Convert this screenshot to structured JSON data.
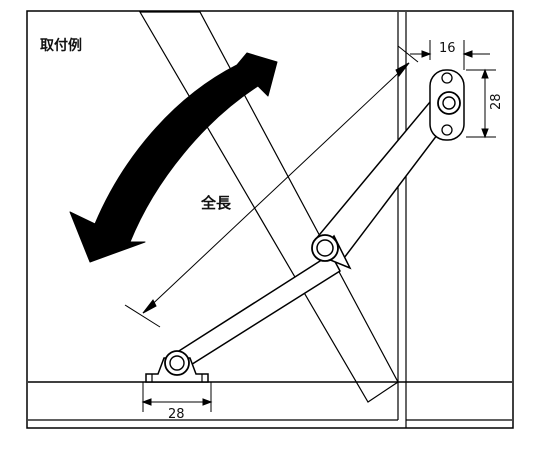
{
  "diagram": {
    "title": "取付例",
    "overall_length_label": "全長",
    "dims": {
      "top_width": "16",
      "top_height": "28",
      "base_width": "28"
    }
  }
}
